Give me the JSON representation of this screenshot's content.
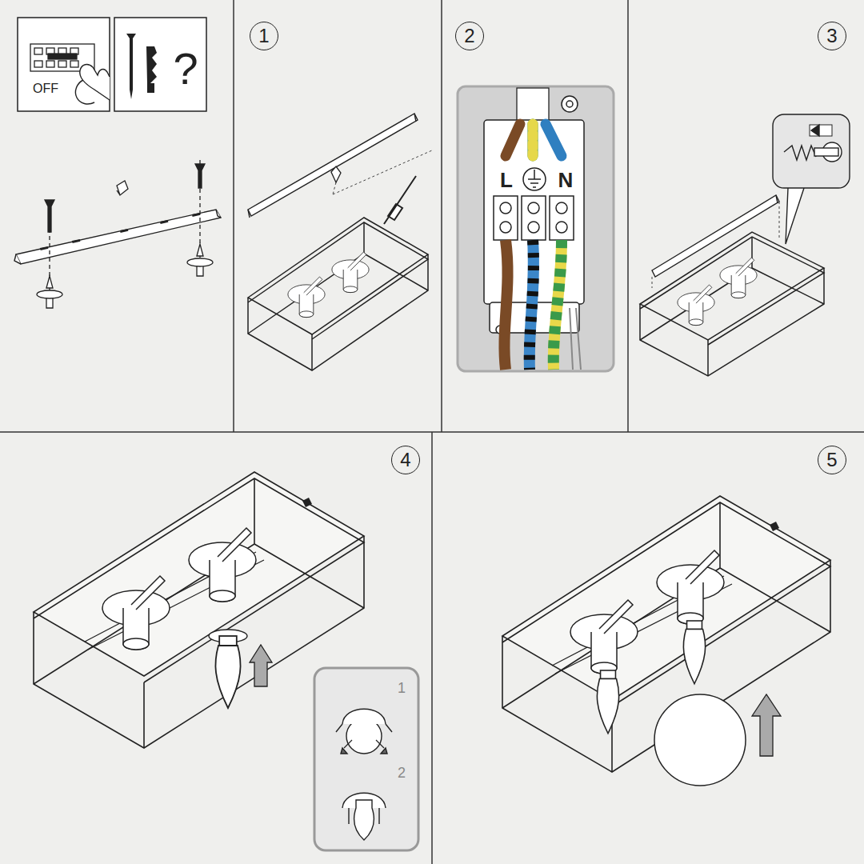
{
  "diagram": {
    "nodes": [
      {
        "text": [
          "1"
        ]
      },
      {
        "text": [
          "2"
        ]
      },
      {
        "text": [
          "3"
        ]
      },
      {
        "text": [
          "4"
        ]
      },
      {
        "text": [
          "5"
        ]
      }
    ],
    "labels": [
      "OFF",
      "?",
      "L",
      "N",
      "1",
      "2"
    ]
  }
}
